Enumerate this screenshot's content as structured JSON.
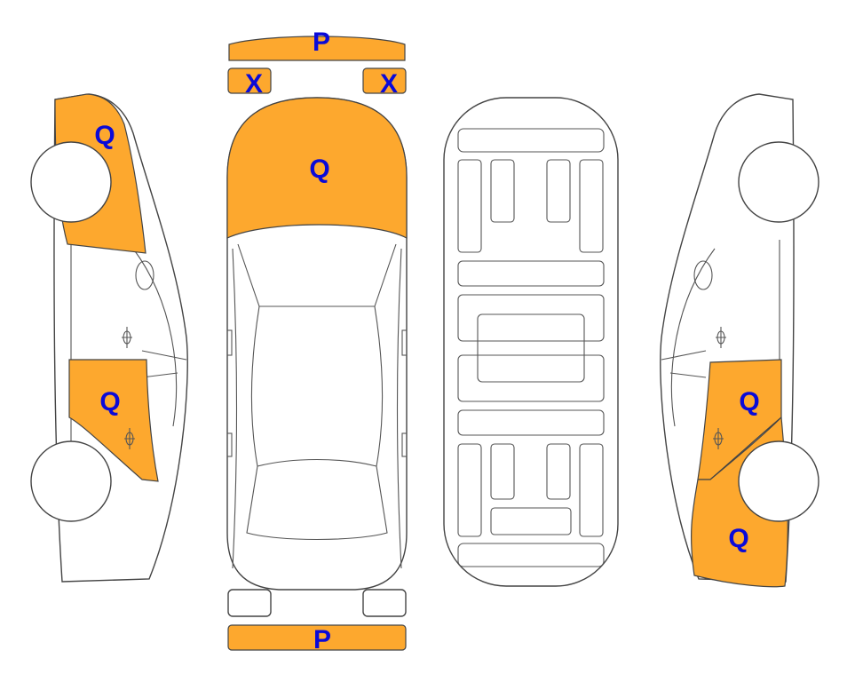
{
  "colors": {
    "damage_fill": "#FDA82E",
    "label": "#0A0AD8",
    "outline": "#444444",
    "background": "#FFFFFF"
  },
  "views": [
    "left-side",
    "top",
    "underside",
    "right-side"
  ],
  "legend_codes": [
    "P",
    "X",
    "Q"
  ],
  "marks": {
    "front_bumper": "P",
    "left_front_light": "X",
    "right_front_light": "X",
    "hood": "Q",
    "rear_bumper": "P",
    "left_front_fender": "Q",
    "left_rear_door": "Q",
    "right_rear_door": "Q",
    "right_rear_fender": "Q"
  }
}
